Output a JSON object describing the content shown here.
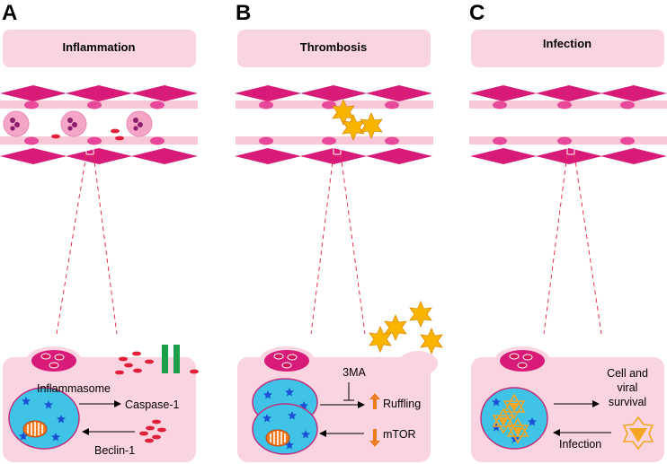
{
  "panels": [
    {
      "letter": "A",
      "title": "Inflammation",
      "labels": {
        "inflammasome": "Inflammasome",
        "caspase": "Caspase-1",
        "beclin": "Beclin-1"
      }
    },
    {
      "letter": "B",
      "title": "Thrombosis",
      "labels": {
        "inhibitor": "3MA",
        "ruffling": "Ruffling",
        "mtor": "mTOR"
      }
    },
    {
      "letter": "C",
      "title": "Infection",
      "labels": {
        "survival_1": "Cell and",
        "survival_2": "viral",
        "survival_3": "survival",
        "infection": "Infection"
      }
    }
  ],
  "colors": {
    "title_box": "#fad4e0",
    "endothelial": "#d81b78",
    "vessel_band": "#f8c8d8",
    "nucleus_blue": "#3fc3e6",
    "cell_pink": "#fad4e0",
    "rbc_red": "#e0203a",
    "platelet": "#f7b500",
    "virus": "#f5a623",
    "arrow_orange": "#f07b1e",
    "green_bar": "#1d9e4a",
    "dash_red": "#e8344e"
  },
  "icons": {
    "up": "orange-up-arrow-icon",
    "down": "orange-down-arrow-icon",
    "inhibit": "inhibition-tee-icon"
  }
}
